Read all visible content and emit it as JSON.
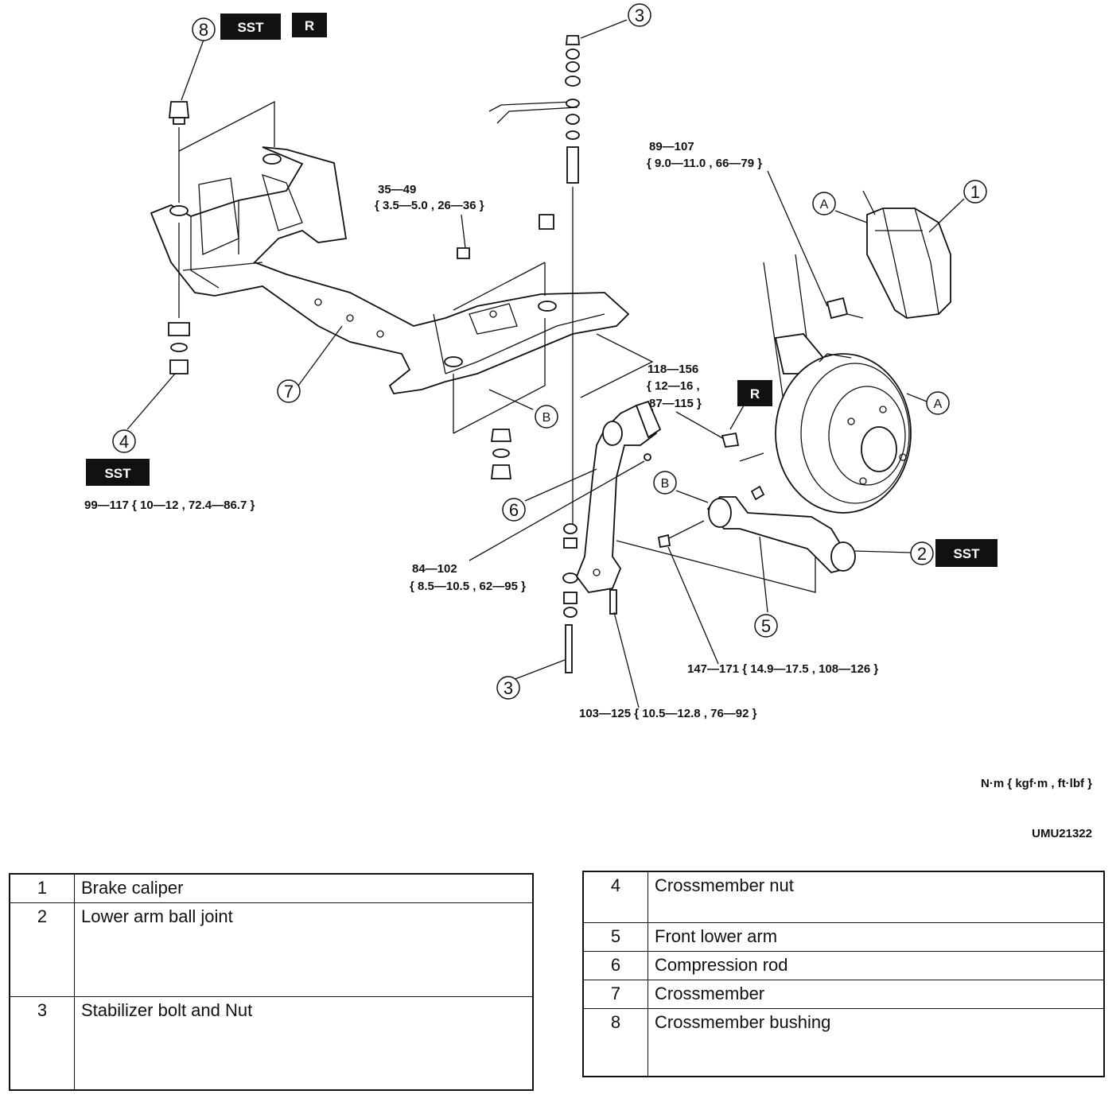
{
  "tags": {
    "sst": "SST",
    "r": "R"
  },
  "callouts": {
    "c1": "1",
    "c2": "2",
    "c3": "3",
    "c4": "4",
    "c5": "5",
    "c6": "6",
    "c7": "7",
    "c8": "8",
    "a": "A",
    "b": "B"
  },
  "torques": {
    "t1a": "89—107",
    "t1b": "{ 9.0—11.0 , 66—79 }",
    "t2a": "35—49",
    "t2b": "{ 3.5—5.0 , 26—36 }",
    "t3a": "118—156",
    "t3b": "{ 12—16 ,",
    "t3c": "87—115 }",
    "t4": "99—117 { 10—12 , 72.4—86.7 }",
    "t5a": "84—102",
    "t5b": "{ 8.5—10.5 , 62—95 }",
    "t6": "147—171 { 14.9—17.5 , 108—126 }",
    "t7": "103—125 { 10.5—12.8 , 76—92 }"
  },
  "units": "N·m { kgf·m , ft·lbf }",
  "figure_code": "UMU21322",
  "legend_left": [
    {
      "num": "1",
      "label": "Brake caliper"
    },
    {
      "num": "2",
      "label": "Lower arm ball joint"
    },
    {
      "num": "3",
      "label": "Stabilizer bolt and Nut"
    }
  ],
  "legend_right": [
    {
      "num": "4",
      "label": "Crossmember nut"
    },
    {
      "num": "5",
      "label": "Front lower arm"
    },
    {
      "num": "6",
      "label": "Compression rod"
    },
    {
      "num": "7",
      "label": "Crossmember"
    },
    {
      "num": "8",
      "label": "Crossmember bushing"
    }
  ]
}
